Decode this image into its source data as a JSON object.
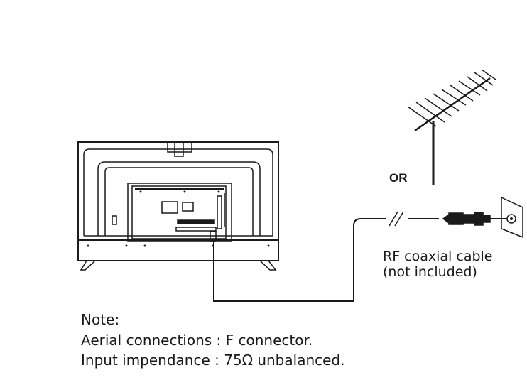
{
  "labels": {
    "or": "OR",
    "rf_line1": "RF coaxial cable",
    "rf_line2": "(not included)"
  },
  "note": {
    "title": "Note:",
    "line1": "Aerial connections : F connector.",
    "line2": "Input impendance : 75Ω unbalanced."
  },
  "colors": {
    "line": "#1a1a1a",
    "background": "#ffffff"
  }
}
